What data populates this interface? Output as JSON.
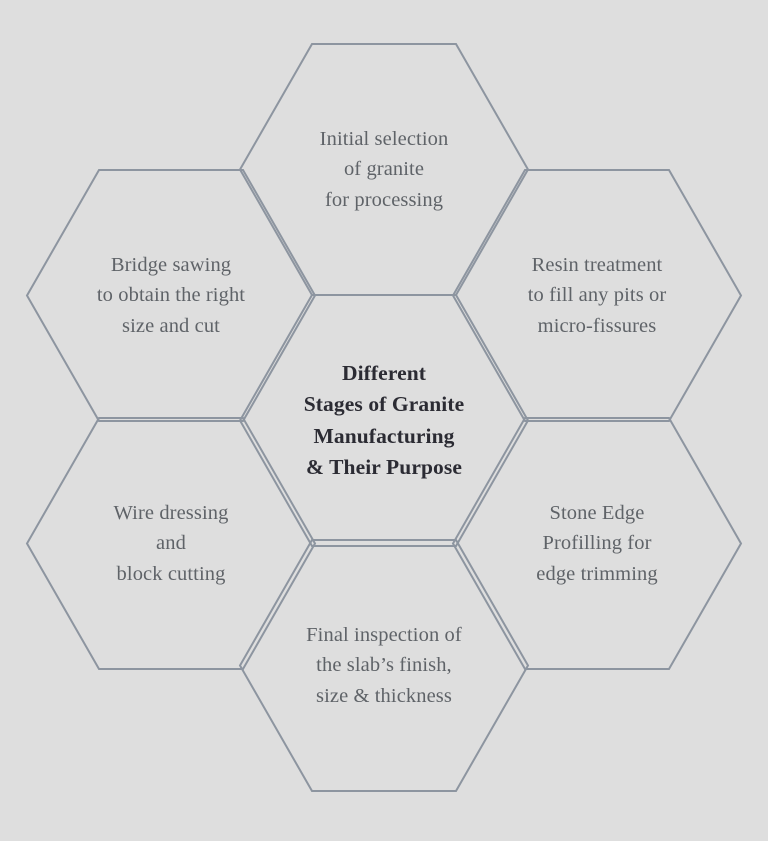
{
  "graphic": {
    "type": "honeycomb-hexagon-diagram",
    "background_color": "#dedede",
    "stroke_color": "#8d95a0",
    "outer_text_color": "#5f6368",
    "center_text_color": "#2b2b33"
  },
  "center": {
    "name": "center-hexagon",
    "lines": [
      "Different",
      "Stages of Granite",
      "Manufacturing",
      "& Their Purpose"
    ]
  },
  "stages": [
    {
      "name": "initial-selection",
      "position": "top",
      "lines": [
        "Initial selection",
        "of granite",
        "for processing"
      ]
    },
    {
      "name": "resin-treatment",
      "position": "top-right",
      "lines": [
        "Resin treatment",
        "to fill any pits or",
        "micro-fissures"
      ]
    },
    {
      "name": "stone-edge-profilling",
      "position": "bottom-right",
      "lines": [
        "Stone Edge",
        "Profilling for",
        "edge trimming"
      ]
    },
    {
      "name": "final-inspection",
      "position": "bottom",
      "lines": [
        "Final inspection of",
        "the slab’s finish,",
        "size & thickness"
      ]
    },
    {
      "name": "wire-dressing",
      "position": "bottom-left",
      "lines": [
        "Wire dressing",
        "and",
        "block cutting"
      ]
    },
    {
      "name": "bridge-sawing",
      "position": "top-left",
      "lines": [
        "Bridge sawing",
        "to obtain the right",
        "size and cut"
      ]
    }
  ]
}
